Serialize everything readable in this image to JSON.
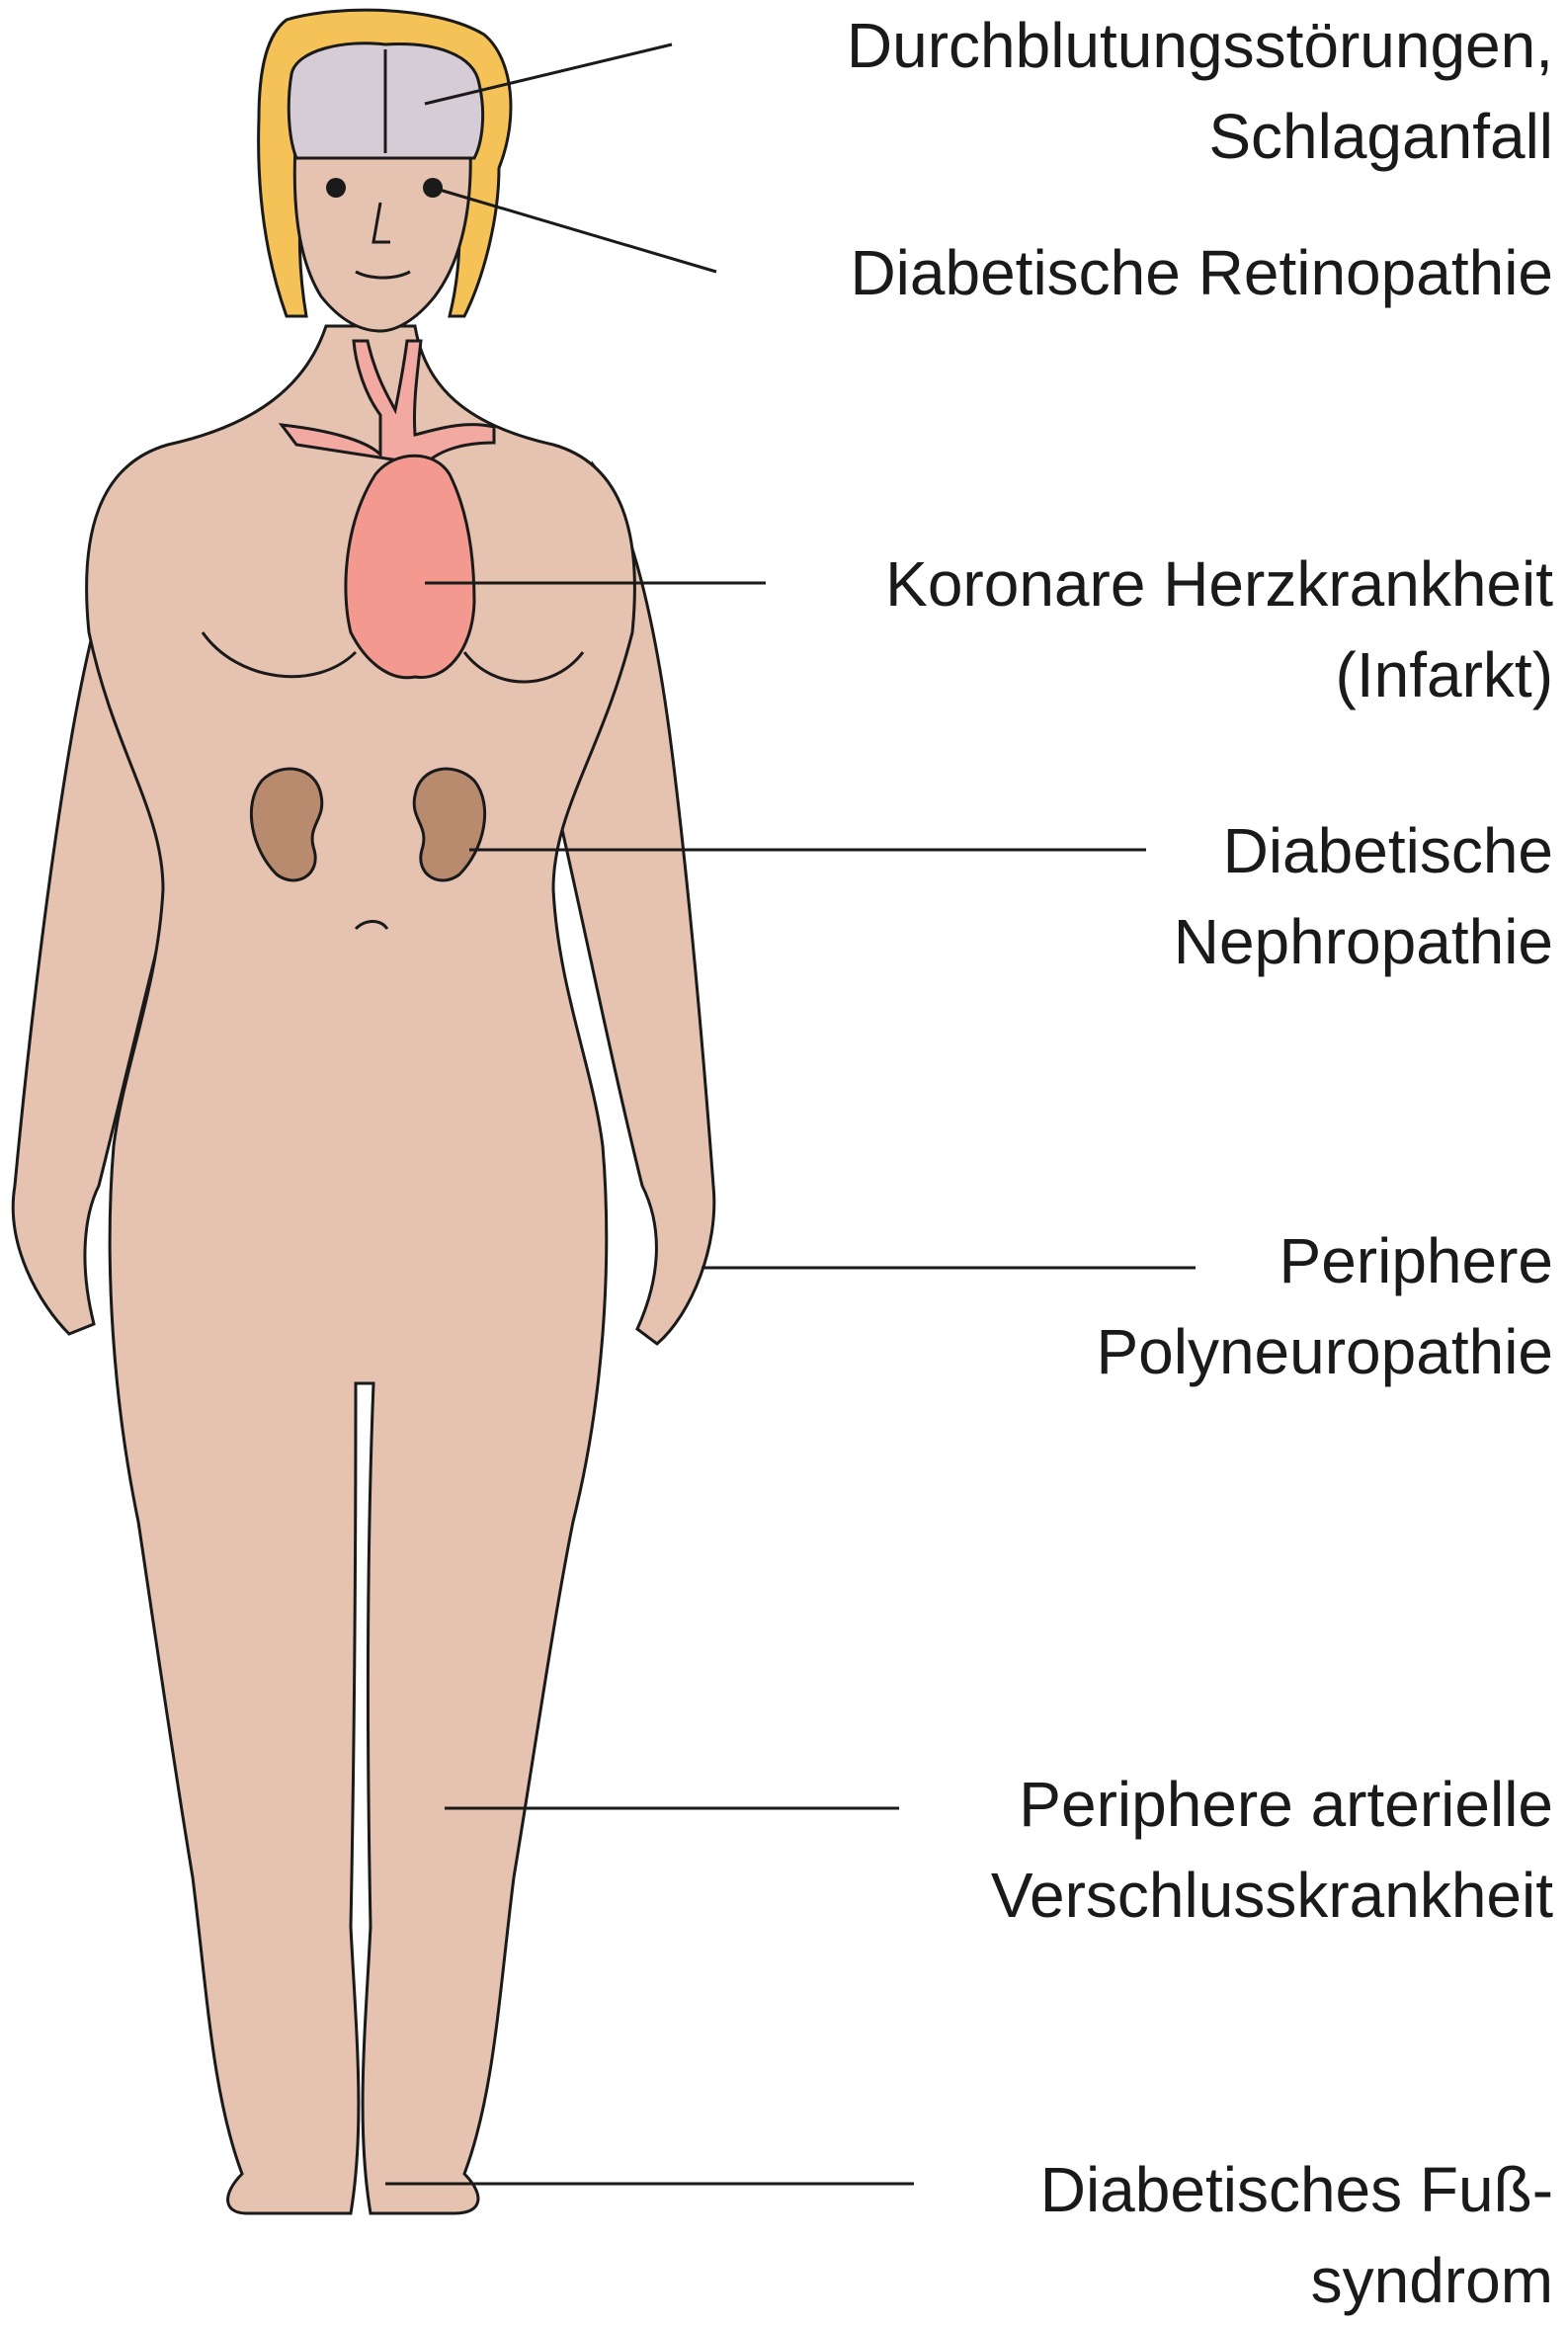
{
  "labels": [
    {
      "id": "stroke",
      "lines": [
        "Durchblutungsstörungen,",
        "Schlaganfall"
      ]
    },
    {
      "id": "retinopathy",
      "lines": [
        "Diabetische Retinopathie"
      ]
    },
    {
      "id": "heart",
      "lines": [
        "Koronare Herzkrankheit",
        "(Infarkt)"
      ]
    },
    {
      "id": "nephropathy",
      "lines": [
        "Diabetische",
        "Nephropathie"
      ]
    },
    {
      "id": "polyneuropathy",
      "lines": [
        "Periphere",
        "Polyneuropathie"
      ]
    },
    {
      "id": "pavk",
      "lines": [
        "Periphere arterielle",
        "Verschlusskrankheit"
      ]
    },
    {
      "id": "foot",
      "lines": [
        "Diabetisches Fuß-",
        "syndrom"
      ]
    }
  ],
  "colors": {
    "skin": "#e6c2b0",
    "hair": "#f4c256",
    "brain": "#d6ccd6",
    "heart": "#f4998f",
    "vessels": "#f2a9a1",
    "kidney": "#b88a6e",
    "outline": "#1a1a1a"
  }
}
